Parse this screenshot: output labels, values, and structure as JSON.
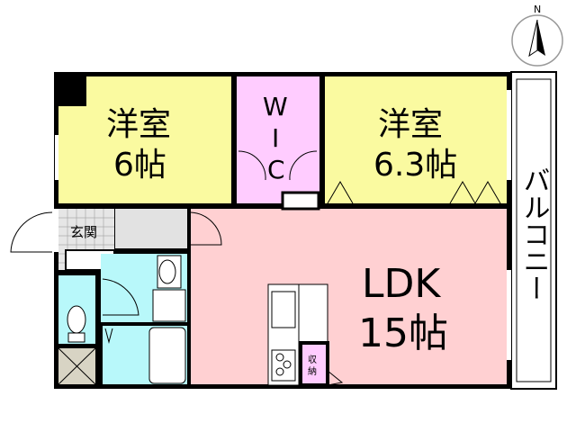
{
  "compass": {
    "label": "N"
  },
  "rooms": {
    "western1": {
      "name": "洋室",
      "size": "6帖"
    },
    "wic": {
      "w": "W",
      "i": "I",
      "c": "C"
    },
    "western2": {
      "name": "洋室",
      "size": "6.3帖"
    },
    "ldk": {
      "name": "LDK",
      "size": "15帖"
    },
    "entrance": {
      "name": "玄関"
    },
    "storage": {
      "name1": "収",
      "name2": "納"
    },
    "balcony": {
      "name": "バルコニー"
    }
  },
  "colors": {
    "western": "#fafaa0",
    "wic": "#ffccff",
    "ldk": "#ffd0d2",
    "wet": "#b8f8fa",
    "hall": "#e2e2e2",
    "storage_box": "#d8d4c4"
  }
}
